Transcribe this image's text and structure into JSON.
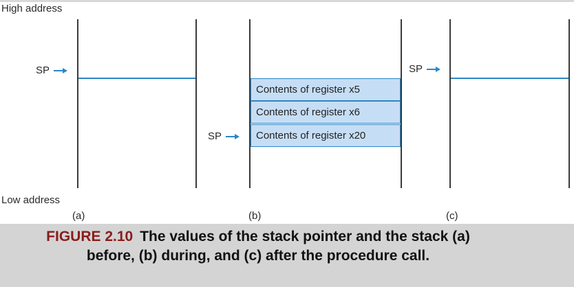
{
  "labels": {
    "high_address": "High address",
    "low_address": "Low address"
  },
  "panels": {
    "a": {
      "tag": "(a)",
      "sp": "SP"
    },
    "b": {
      "tag": "(b)",
      "sp": "SP",
      "registers": [
        "Contents of register x5",
        "Contents of register x6",
        "Contents of register x20"
      ]
    },
    "c": {
      "tag": "(c)",
      "sp": "SP"
    }
  },
  "caption": {
    "figure_number": "FIGURE 2.10",
    "text": "The values of the stack pointer and the stack (a) before, (b) during, and (c) after the procedure call."
  },
  "colors": {
    "accent": "#2b86c5",
    "register_fill": "#c6def5",
    "figure_number": "#8a1c1c",
    "caption_band": "#d4d4d4"
  }
}
